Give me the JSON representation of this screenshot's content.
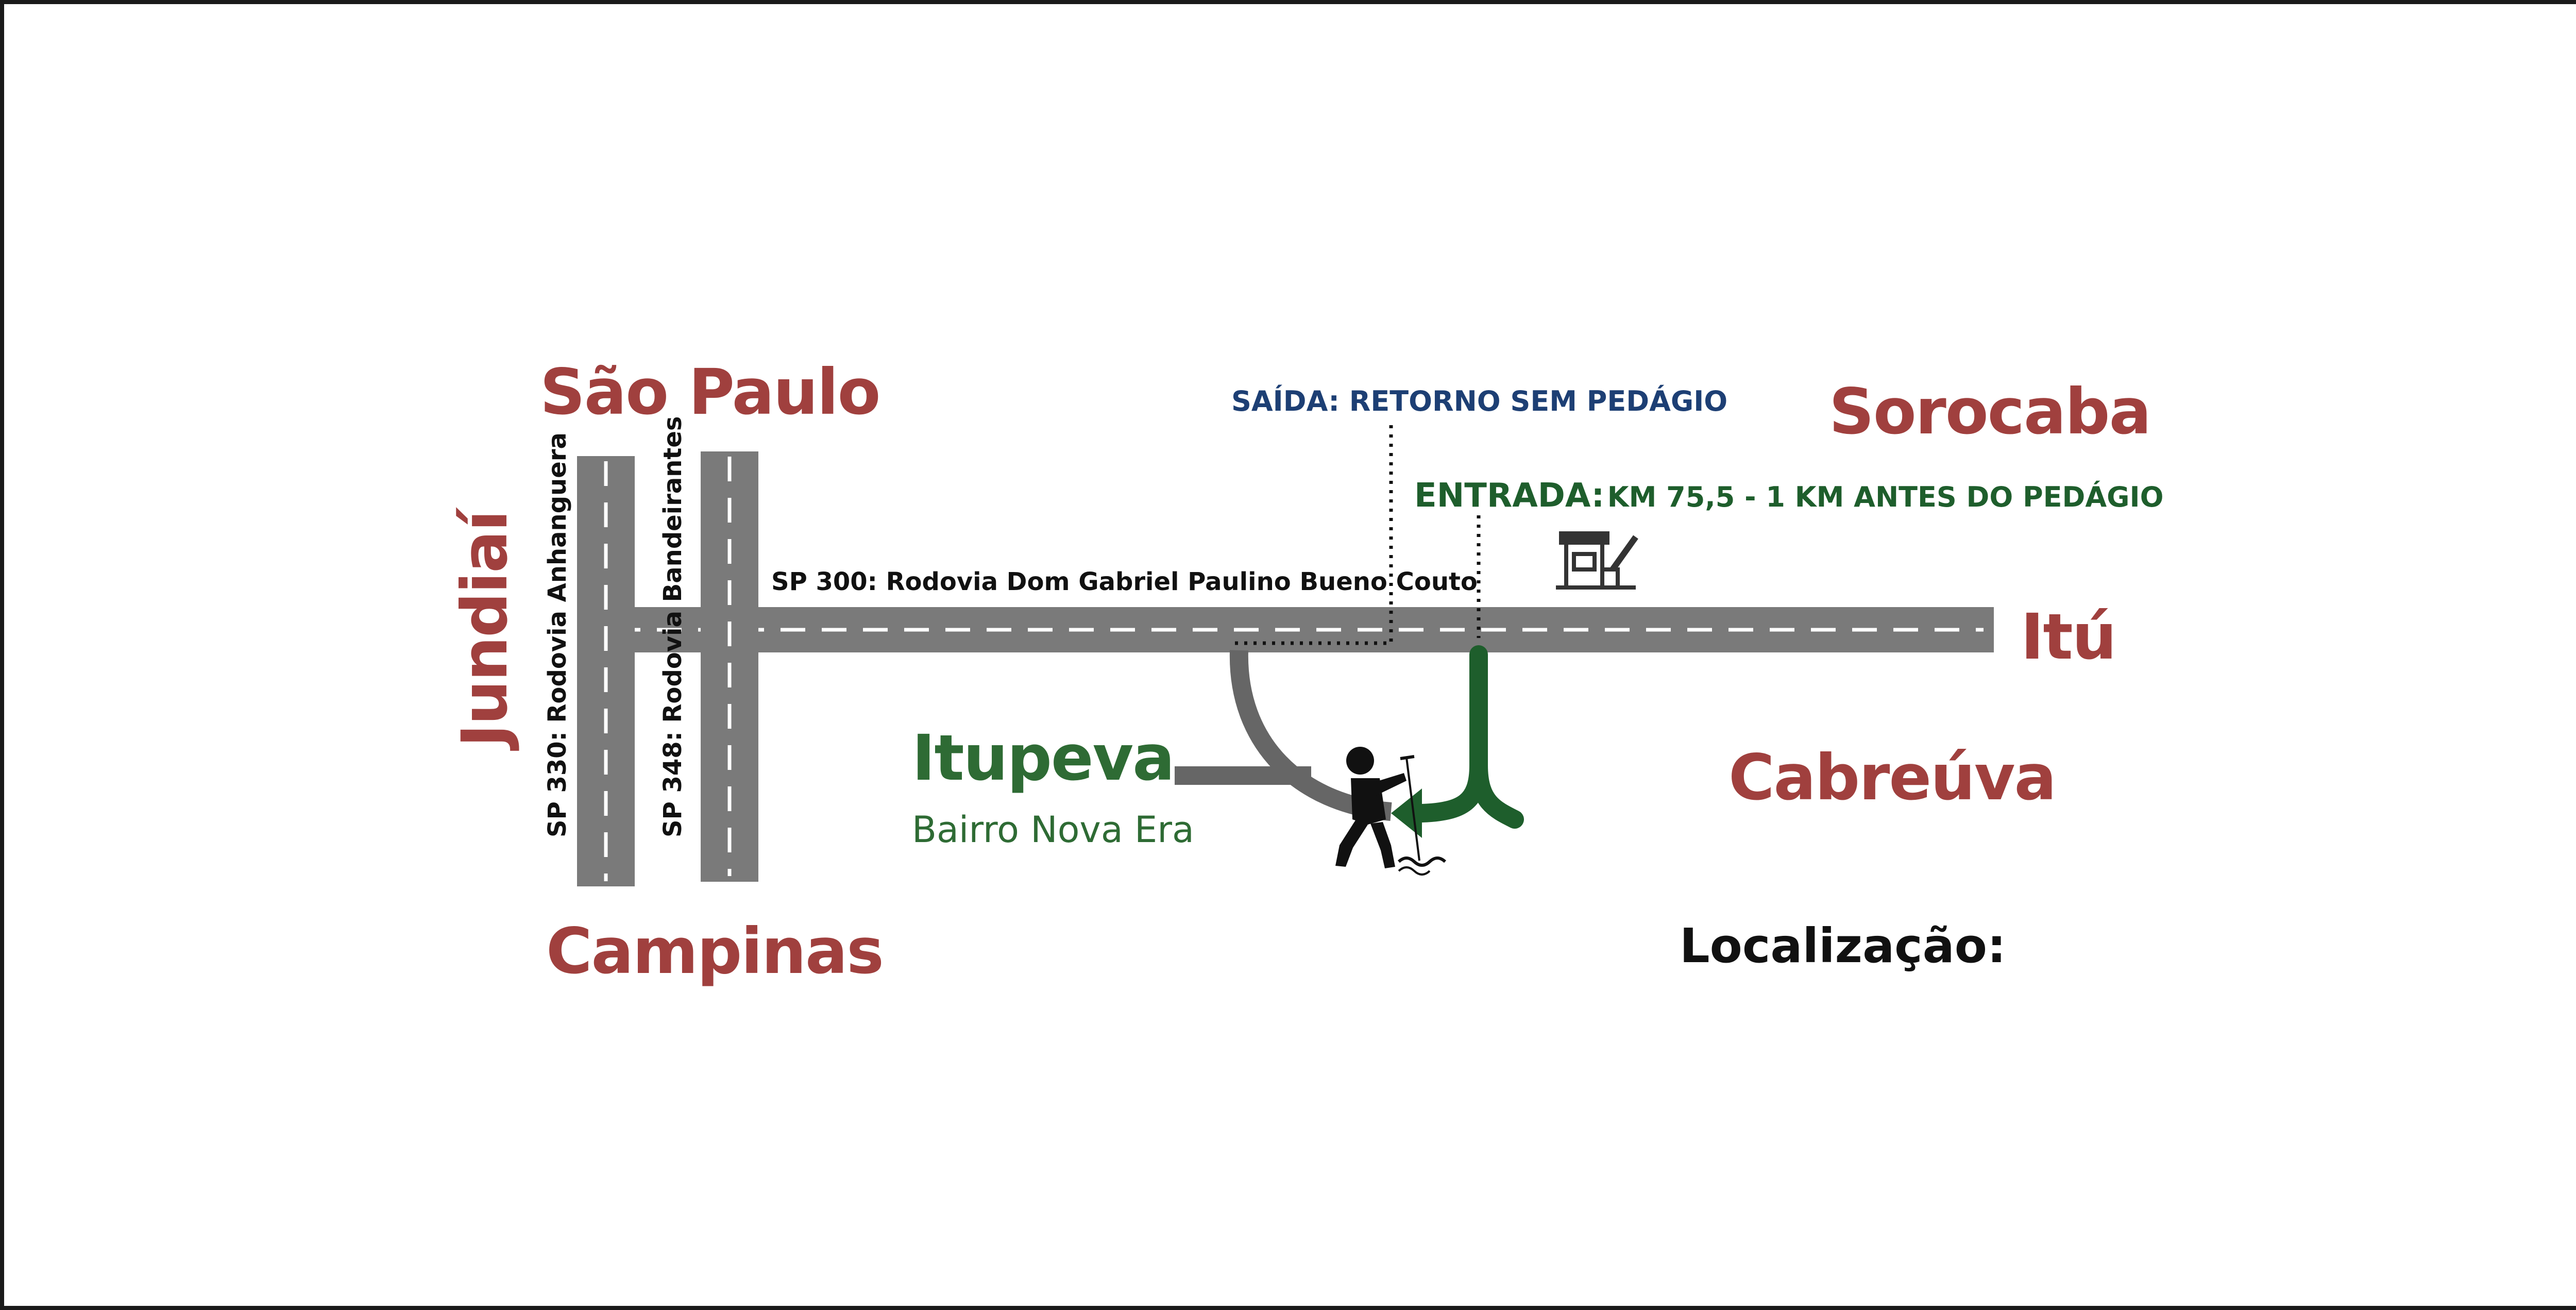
{
  "cities": {
    "sao_paulo": "São Paulo",
    "campinas": "Campinas",
    "jundiai": "Jundiaí",
    "sorocaba": "Sorocaba",
    "itu": "Itú",
    "cabreuva": "Cabreúva"
  },
  "destination": {
    "name": "Itupeva",
    "subtitle": "Bairro Nova Era"
  },
  "roads": {
    "sp330": "SP 330: Rodovia Anhanguera",
    "sp348": "SP 348: Rodovia Bandeirantes",
    "sp300": "SP 300: Rodovia Dom Gabriel Paulino Bueno Couto"
  },
  "exit_label": "SAÍDA: RETORNO  SEM PEDÁGIO",
  "entry_label": {
    "prefix": "ENTRADA:",
    "detail": "KM 75,5 - 1 KM ANTES DO PEDÁGIO"
  },
  "location_label": "Localização:",
  "icons": [
    "toll-booth-icon",
    "fisherman-icon",
    "arrow-left-icon"
  ],
  "colors": {
    "city": "#a0403e",
    "destination": "#2e6b34",
    "entry": "#1e5e2c",
    "exit": "#1d3f74",
    "road": "#7a7a7a",
    "connector": "#666666",
    "frame": "#1a1a1a"
  }
}
